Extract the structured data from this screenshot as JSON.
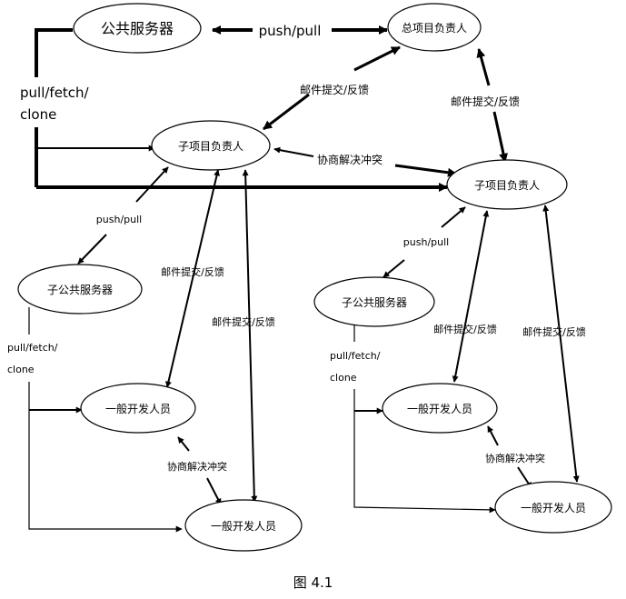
{
  "nodes": {
    "public_server": "公共服务器",
    "main_lead": "总项目负责人",
    "sub_lead_left": "子项目负责人",
    "sub_lead_right": "子项目负责人",
    "sub_server_left": "子公共服务器",
    "sub_server_right": "子公共服务器",
    "dev_left_1": "一般开发人员",
    "dev_left_2": "一般开发人员",
    "dev_right_1": "一般开发人员",
    "dev_right_2": "一般开发人员"
  },
  "labels": {
    "push_pull_top": "push/pull",
    "pull_fetch_top_1": "pull/fetch/",
    "pull_fetch_top_2": "clone",
    "mail_main_left": "邮件提交/反馈",
    "mail_main_right": "邮件提交/反馈",
    "negotiate_top": "协商解决冲突",
    "push_pull_left": "push/pull",
    "push_pull_right": "push/pull",
    "mail_left_1": "邮件提交/反馈",
    "mail_left_2": "邮件提交/反馈",
    "mail_right_1": "邮件提交/反馈",
    "mail_right_2": "邮件提交/反馈",
    "pull_fetch_left_1": "pull/fetch/",
    "pull_fetch_left_2": "clone",
    "pull_fetch_right_1": "pull/fetch/",
    "pull_fetch_right_2": "clone",
    "negotiate_left": "协商解决冲突",
    "negotiate_right": "协商解决冲突"
  },
  "caption": "图 4.1"
}
